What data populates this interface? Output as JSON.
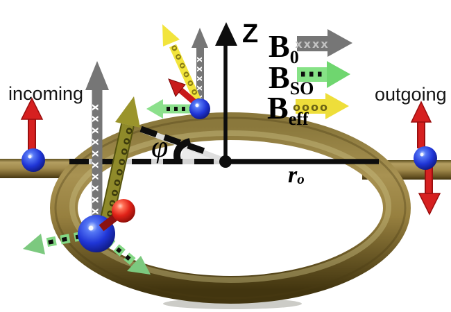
{
  "figure": {
    "description": "Spin-orbit ring interferometer diagram: a conducting ring of radius r0 on a horizontal wire, incoming and outgoing spin-polarized electrons, and field vectors B0, BSO and Beff shown for electrons at two positions on the ring (angle phi)."
  },
  "labels": {
    "incoming": "incoming",
    "outgoing": "outgoing",
    "z_axis": "Z",
    "phi": "φ",
    "radius": {
      "main": "r",
      "sub": "o"
    }
  },
  "legend": {
    "items": [
      {
        "main": "B",
        "sub": "0",
        "pattern": "xxxx",
        "arrow_color": "#767676"
      },
      {
        "main": "B",
        "sub": "SO",
        "pattern": "....",
        "arrow_color": "#7fdc7f"
      },
      {
        "main": "B",
        "sub": "eff",
        "pattern": "oooo",
        "arrow_color": "#efe23c"
      }
    ]
  },
  "arrow_patterns": {
    "legend_b0": "xxxx",
    "legend_beff": "oooo",
    "b0_bottom": "xxxxxxxxxxx",
    "b0_top": "xxxxx",
    "beff_bottom": "oooooooooo",
    "beff_top": "ooooooo"
  },
  "colors": {
    "ring_gold": "#97803f",
    "wire_gold": "#a18a4c",
    "b0_gray": "#767676",
    "bso_green": "#7fdc7f",
    "beff_yellow": "#efe23c",
    "beff_olive": "#8f8a2a",
    "spin_red": "#d62020",
    "electron_blue": "#1f35d6",
    "axis_black": "#0d0d0d"
  }
}
